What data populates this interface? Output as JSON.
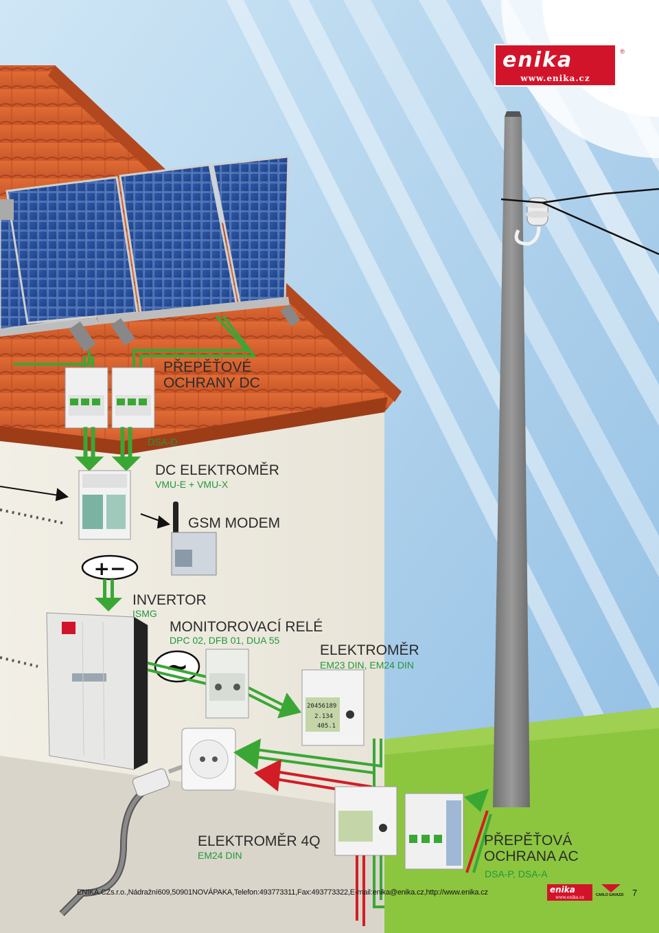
{
  "brand": {
    "name": "enika",
    "url": "www.enika.cz",
    "registered": "®"
  },
  "labels": {
    "dc_surge_title": "PŘEPĚŤOVÉ\nOCHRANY DC",
    "dc_surge_sub": "DSA-D",
    "dc_meter_title": "DC ELEKTROMĚR",
    "dc_meter_sub": "VMU-E + VMU-X",
    "gsm_title": "GSM MODEM",
    "inverter_title": "INVERTOR",
    "inverter_sub": "ISMG",
    "relay_title": "MONITOROVACÍ RELÉ",
    "relay_sub": "DPC 02, DFB 01, DUA 55",
    "meter_title": "ELEKTROMĚR",
    "meter_sub": "EM23 DIN, EM24 DIN",
    "meter4q_title": "ELEKTROMĚR 4Q",
    "meter4q_sub": "EM24 DIN",
    "ac_surge_title": "PŘEPĚŤOVÁ\nOCHRANA AC",
    "ac_surge_sub": "DSA-P, DSA-A"
  },
  "symbols": {
    "dc": "+−",
    "ac": "~"
  },
  "meter_display": {
    "line1": "20456189",
    "line2": "2.134",
    "line3": "405.1"
  },
  "footer": {
    "text": "ENIKA.CZs.r.o.,Nádražní609,50901NOVÁPAKA,Telefon:493773311,Fax:493773322,E-mail:enika@enika.cz,http://www.enika.cz",
    "mini_logo_word": "enika",
    "mini_logo_url": "www.enika.cz",
    "partner": "CARLO GAVAZZI",
    "page_number": "7"
  },
  "colors": {
    "brand_red": "#d2142b",
    "arrow_green": "#3aa735",
    "arrow_red": "#d11d26",
    "sky": "#a9cfe9",
    "grass": "#8cc63f",
    "roof": "#d9652e",
    "wall": "#f0ede4"
  },
  "icons": [
    "solar-panel-array",
    "utility-pole",
    "insulator-icon",
    "power-plug-icon",
    "wall-socket-icon",
    "gsm-antenna-icon"
  ]
}
